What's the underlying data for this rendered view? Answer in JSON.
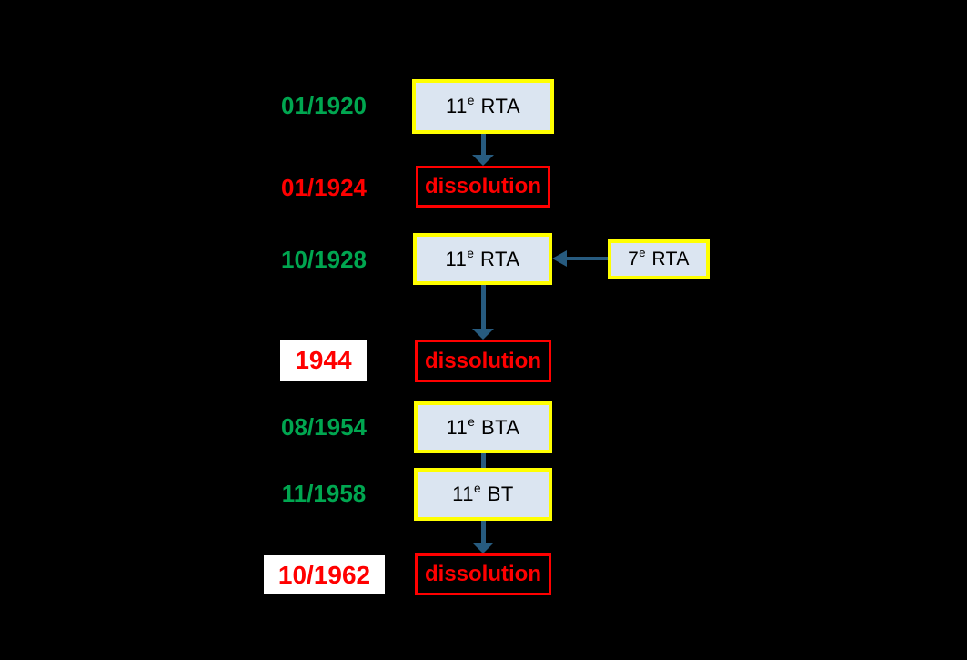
{
  "diagram": {
    "description": "Regiment lineage timeline",
    "colors": {
      "background": "#000000",
      "creation_date_green": "#00A650",
      "dissolution_red": "#FF0000",
      "arrow_blue": "#275B7F",
      "unit_box_fill": "#DBE5F1",
      "unit_box_border": "#FFFF00",
      "highlight_label_bg": "#FFFFFF"
    },
    "dates": {
      "d1920": "01/1920",
      "d1924": "01/1924",
      "d1928": "10/1928",
      "d1944": "1944",
      "d1954": "08/1954",
      "d1958": "11/1958",
      "d1962": "10/1962"
    },
    "units": {
      "rta11_1920": {
        "num": "11",
        "sup": "e",
        "name": "RTA"
      },
      "rta11_1928": {
        "num": "11",
        "sup": "e",
        "name": "RTA"
      },
      "rta7": {
        "num": "7",
        "sup": "e",
        "name": "RTA"
      },
      "bta11": {
        "num": "11",
        "sup": "e",
        "name": "BTA"
      },
      "bt11": {
        "num": "11",
        "sup": "e",
        "name": "BT"
      }
    },
    "dissolution_label": "dissolution"
  }
}
